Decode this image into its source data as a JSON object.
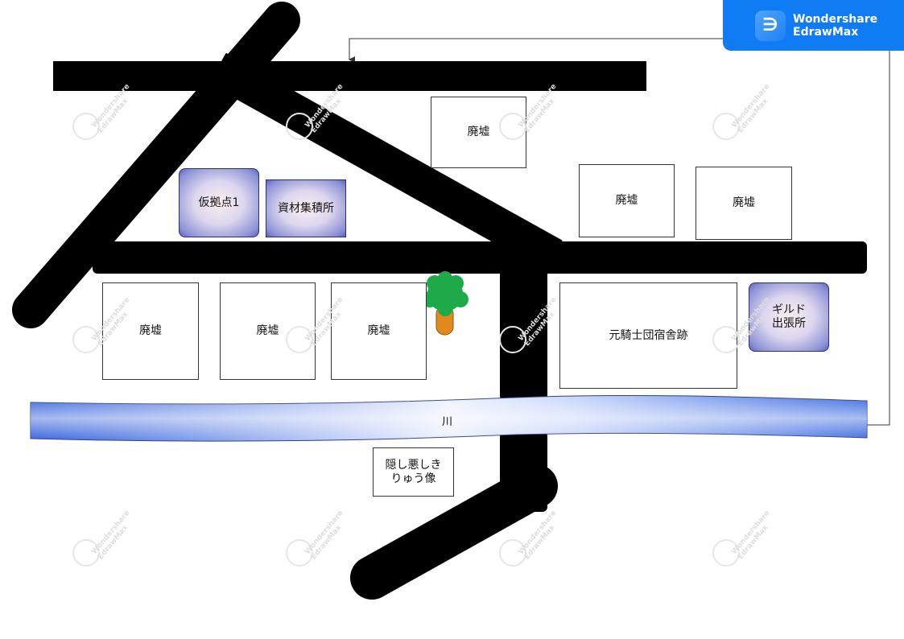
{
  "brand": {
    "line1": "Wondershare",
    "line2": "EdrawMax",
    "icon": "edrawmax-logo-icon"
  },
  "watermark": "Wondershare EdrawMax",
  "ruins": [
    "廃墟",
    "廃墟",
    "廃墟",
    "廃墟",
    "廃墟",
    "廃墟"
  ],
  "places": {
    "camp": "仮拠点1",
    "materials": "資材集積所",
    "guild_l1": "ギルド",
    "guild_l2": "出張所",
    "barracks": "元騎士団宿舎跡",
    "statue_l1": "隠し悪しき",
    "statue_l2": "りゅう像",
    "river": "川"
  },
  "colors": {
    "road": "#000000",
    "river": "#3b6fe0",
    "tree": "#1faa4a",
    "trunk": "#e08a1e",
    "brand": "#0f7cf5"
  }
}
